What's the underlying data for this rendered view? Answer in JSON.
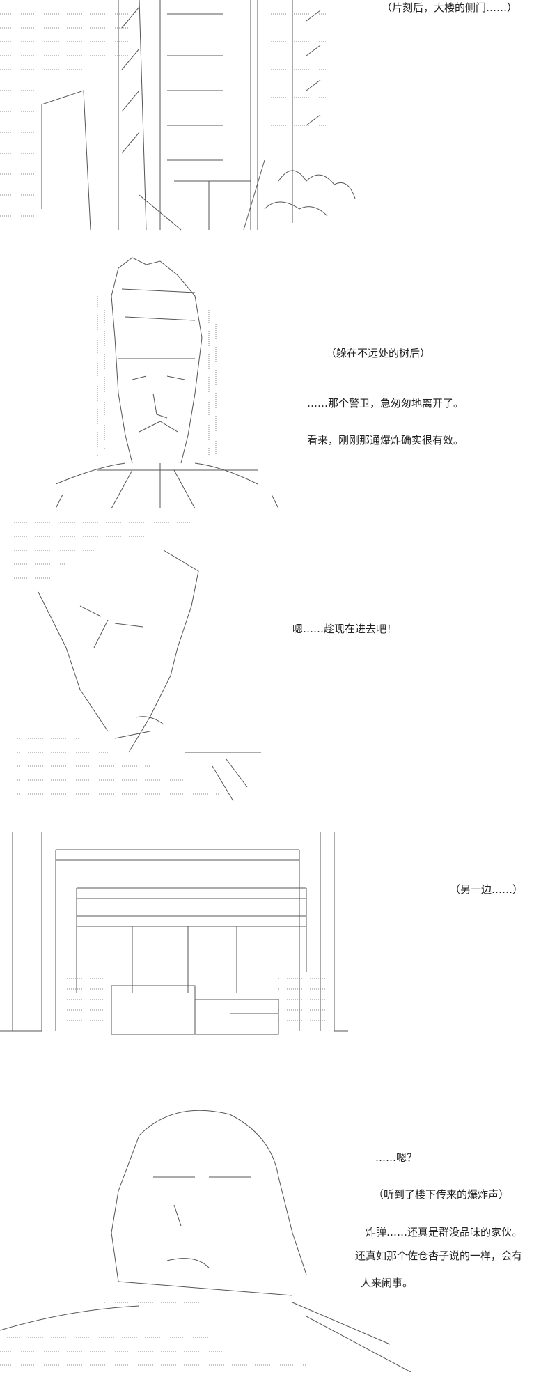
{
  "panels": [
    {
      "captions": [
        "（片刻后，大楼的侧门……）"
      ]
    },
    {
      "captions": [
        "（躲在不远处的树后）",
        "……那个警卫，急匆匆地离开了。",
        "看来，刚刚那通爆炸确实很有效。"
      ]
    },
    {
      "captions": [
        "嗯……趁现在进去吧！"
      ]
    },
    {
      "captions": [
        "（另一边……）"
      ]
    },
    {
      "captions": [
        "……嗯？",
        "（听到了楼下传来的爆炸声）",
        "炸弹……还真是群没品味的家伙。",
        "还真如那个佐仓杏子说的一样，会有",
        "人来闹事。"
      ]
    }
  ]
}
